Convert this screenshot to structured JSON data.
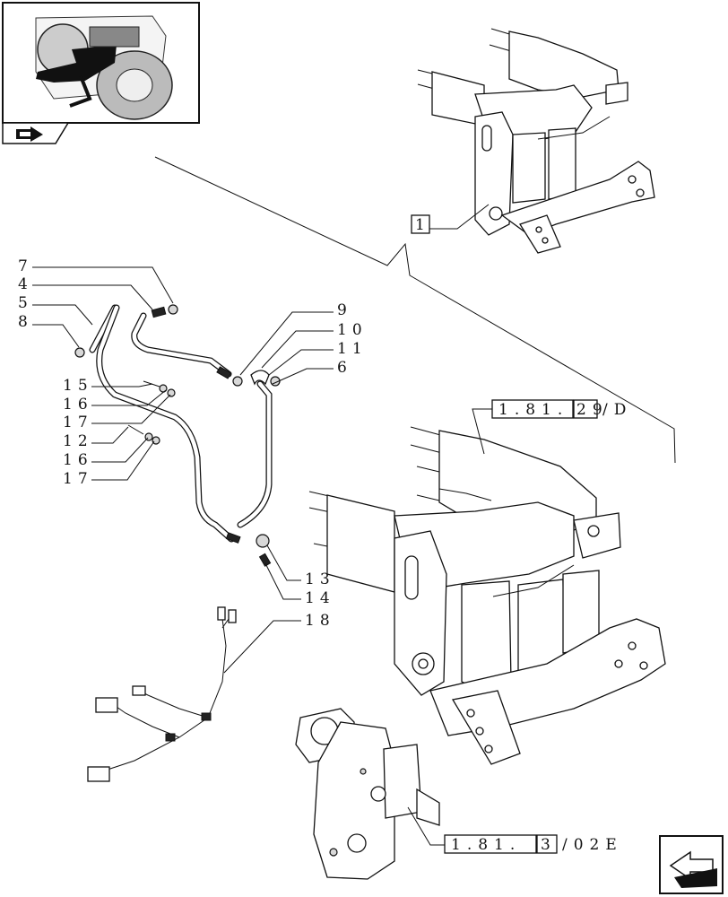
{
  "callouts": [
    {
      "id": "c7",
      "text": "7"
    },
    {
      "id": "c4",
      "text": "4"
    },
    {
      "id": "c5",
      "text": "5"
    },
    {
      "id": "c8",
      "text": "8"
    },
    {
      "id": "c9",
      "text": "9"
    },
    {
      "id": "c10",
      "text": "10"
    },
    {
      "id": "c11",
      "text": "11"
    },
    {
      "id": "c6",
      "text": "6"
    },
    {
      "id": "c15",
      "text": "15"
    },
    {
      "id": "c16a",
      "text": "16"
    },
    {
      "id": "c17a",
      "text": "17"
    },
    {
      "id": "c12",
      "text": "12"
    },
    {
      "id": "c16b",
      "text": "16"
    },
    {
      "id": "c17b",
      "text": "17"
    },
    {
      "id": "c13",
      "text": "13"
    },
    {
      "id": "c14",
      "text": "14"
    },
    {
      "id": "c18",
      "text": "18"
    }
  ],
  "refs": {
    "box1": "1",
    "ref_top_prefix": "1.81.",
    "ref_top_box": "29",
    "ref_top_suffix": "/D",
    "ref_bottom_prefix": "1.81.",
    "ref_bottom_box": "3",
    "ref_bottom_suffix": "/02E"
  },
  "icons": {
    "thumbnail": "tractor-thumbnail-icon",
    "section": "section-arrow-icon",
    "next": "next-page-arrow-icon"
  }
}
